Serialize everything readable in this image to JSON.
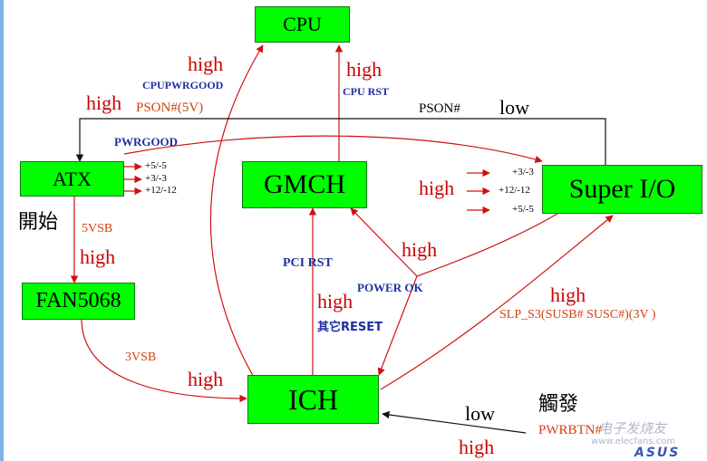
{
  "blocks": {
    "cpu": "CPU",
    "atx": "ATX",
    "gmch": "GMCH",
    "superio": "Super I/O",
    "fan": "FAN5068",
    "ich": "ICH"
  },
  "labels": {
    "high_cpu_pwrgood": "high",
    "cpupwrgood": "CPUPWRGOOD",
    "high_cpu_rst": "high",
    "cpu_rst": "CPU  RST",
    "high_pson": "high",
    "pson_5v": "PSON#(5V)",
    "pson_sio": "PSON#",
    "low_pson": "low",
    "pwrgood": "PWRGOOD",
    "atx_p5": "+5/-5",
    "atx_p3": "+3/-3",
    "atx_p12": "+12/-12",
    "sio_p3": "+3/-3",
    "sio_p12": "+12/-12",
    "sio_p5": "+5/-5",
    "high_sio_volt": "high",
    "start": "開始",
    "vsb5": "5VSB",
    "high_fan": "high",
    "pci_rst": "PCI  RST",
    "high_power_ok": "high",
    "power_ok": "POWER  OK",
    "high_other_reset": "high",
    "other_reset": "其它RESET",
    "high_slp": "high",
    "slp_s3": "SLP_S3(SUSB# SUSC#)(3V )",
    "vsb3": "3VSB",
    "high_ich": "high",
    "low_pwrbtn": "low",
    "trigger": "觸發",
    "pwrbtn": "PWRBTN#",
    "high_pwrbtn": "high"
  },
  "watermark": {
    "text": "电子发烧友",
    "url": "www.elecfans.com",
    "logo": "ASUS"
  },
  "colors": {
    "block": "#00ff00",
    "signal_high": "#cc0000",
    "signal_name": "#1f2fa0",
    "signal_orange": "#d04010"
  }
}
